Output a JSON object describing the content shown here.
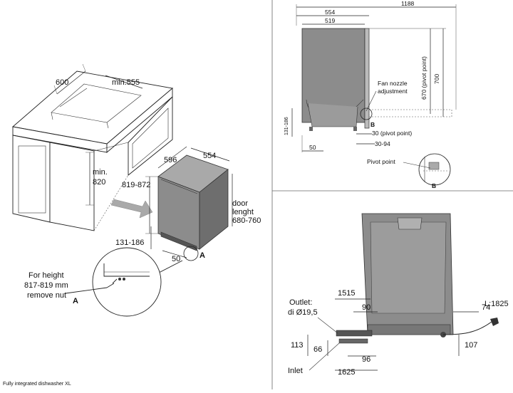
{
  "caption": "Fully integrated dishwasher XL",
  "cabinet": {
    "width": "600",
    "depth": "min.555",
    "height_min_line1": "min.",
    "height_min_line2": "820"
  },
  "dishwasher": {
    "depth": "596",
    "width": "554",
    "height_range": "819-872",
    "door_length_line1": "door",
    "door_length_line2": "lenght",
    "door_length_line3": "680-760",
    "plinth_height": "131-186",
    "plinth_depth": "50",
    "detail_marker": "A"
  },
  "detail_a": {
    "note_line1": "For height",
    "note_line2": "817-819 mm",
    "note_line3": "remove nut",
    "marker": "A"
  },
  "side_view": {
    "total_depth": "1188",
    "depth_554": "554",
    "depth_519": "519",
    "height_700": "700",
    "pivot_height": "670 (pivot point)",
    "fan_nozzle_line1": "Fan nozzle",
    "fan_nozzle_line2": "adjustment",
    "plinth_height": "131-186",
    "plinth_50": "50",
    "pivot_30": "30 (pivot point)",
    "range_30_94": "30-94",
    "pivot_label": "Pivot point",
    "marker_b": "B",
    "detail_marker_b": "B"
  },
  "rear_view": {
    "outlet_line1": "Outlet:",
    "outlet_line2": "di Ø19,5",
    "dim_1515": "1515",
    "dim_90": "90",
    "dim_74": "74",
    "cable": "L:1825",
    "dim_113": "113",
    "dim_66": "66",
    "dim_96": "96",
    "dim_107": "107",
    "dim_1625": "1625",
    "inlet": "Inlet"
  }
}
